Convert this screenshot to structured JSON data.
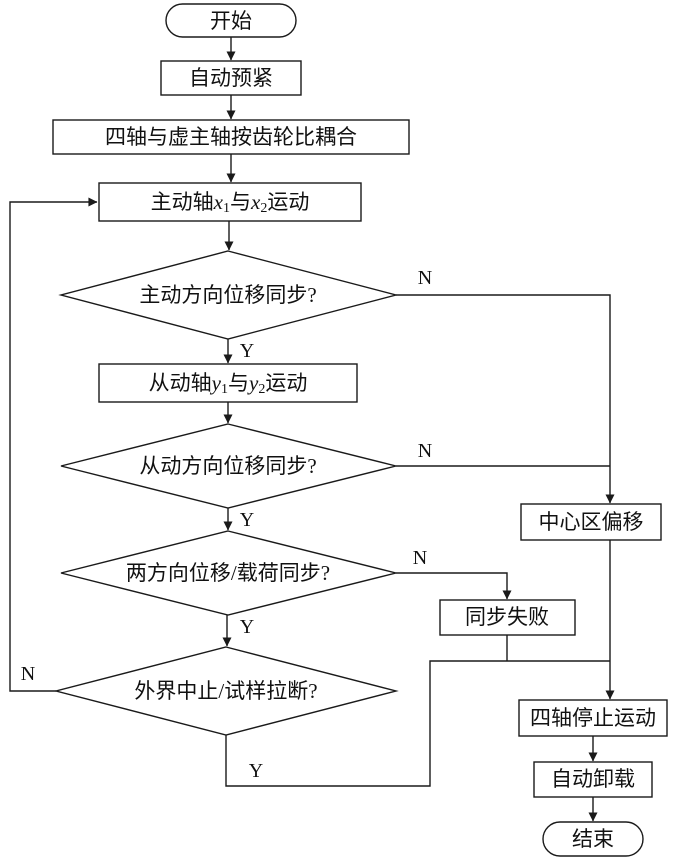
{
  "flowchart": {
    "nodes": {
      "start": "开始",
      "auto_preload": "自动预紧",
      "gear_couple": "四轴与虚主轴按齿轮比耦合",
      "active_motion": {
        "prefix": "主动轴",
        "var1": "x",
        "sub1": "1",
        "mid": "与",
        "var2": "x",
        "sub2": "2",
        "suffix": "运动"
      },
      "active_sync": "主动方向位移同步?",
      "driven_motion": {
        "prefix": "从动轴",
        "var1": "y",
        "sub1": "1",
        "mid": "与",
        "var2": "y",
        "sub2": "2",
        "suffix": "运动"
      },
      "driven_sync": "从动方向位移同步?",
      "both_sync": "两方向位移/载荷同步?",
      "abort_check": "外界中止/试样拉断?",
      "center_offset": "中心区偏移",
      "sync_fail": "同步失败",
      "stop_motion": "四轴停止运动",
      "auto_unload": "自动卸载",
      "end": "结束"
    },
    "branch_labels": {
      "active_sync_no": "N",
      "active_sync_yes": "Y",
      "driven_sync_no": "N",
      "driven_sync_yes": "Y",
      "both_sync_no": "N",
      "both_sync_yes": "Y",
      "abort_no": "N",
      "abort_yes": "Y"
    },
    "colors": {
      "stroke": "#1a1a1a",
      "background": "#ffffff"
    }
  }
}
